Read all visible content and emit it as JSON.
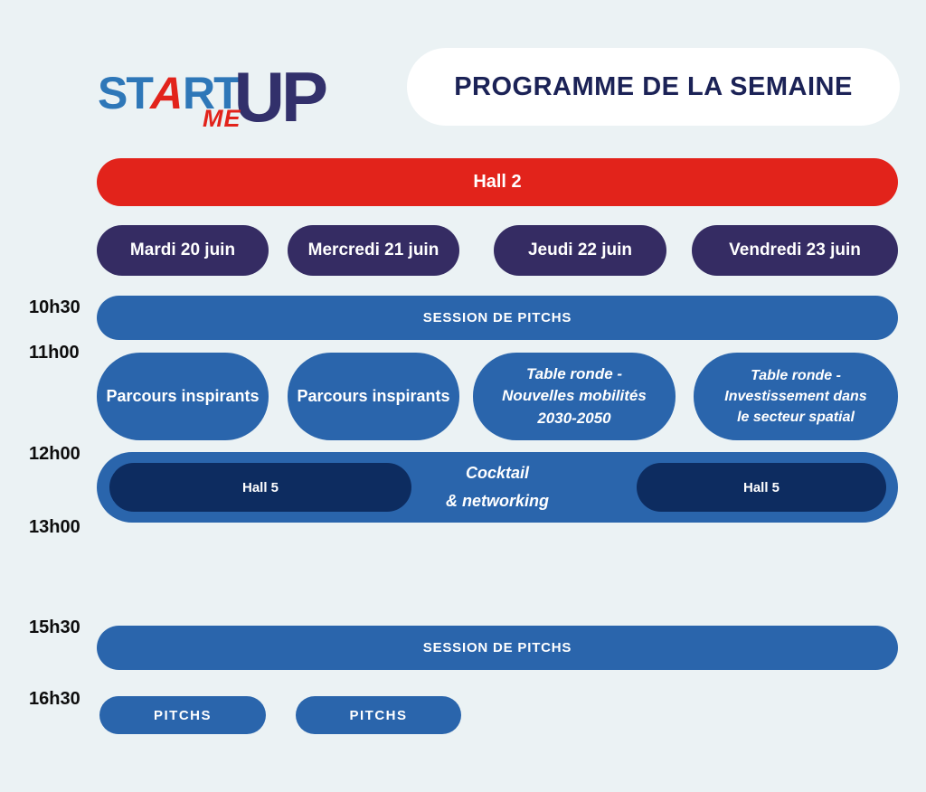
{
  "header": {
    "logo": {
      "part_st": "ST",
      "part_a": "A",
      "part_rt": "RT",
      "part_up": "UP",
      "part_me": "ME"
    },
    "title": "PROGRAMME DE LA SEMAINE"
  },
  "colors": {
    "background": "#ebf2f4",
    "red": "#e2231b",
    "day_pill_navy": "#352c63",
    "event_blue": "#2a65ac",
    "hall5_navy": "#0d2c60",
    "title_navy": "#1b2256",
    "logo_blue": "#2e77b8",
    "logo_navy": "#32306b"
  },
  "hall_banner": "Hall 2",
  "days": [
    "Mardi 20 juin",
    "Mercredi 21 juin",
    "Jeudi 22 juin",
    "Vendredi 23 juin"
  ],
  "time_labels": [
    "10h30",
    "11h00",
    "12h00",
    "13h00",
    "15h30",
    "16h30"
  ],
  "schedule": {
    "session_pitchs_morning": "SESSION DE PITCHS",
    "blocks": [
      {
        "text": "Parcours inspirants"
      },
      {
        "text": "Parcours inspirants"
      },
      {
        "lines": [
          "Table ronde -",
          "Nouvelles mobilités",
          "2030-2050"
        ]
      },
      {
        "lines": [
          "Table ronde -",
          "Investissement dans",
          "le secteur spatial"
        ]
      }
    ],
    "cocktail": {
      "hall_left": "Hall 5",
      "lines": [
        "Cocktail",
        "& networking"
      ],
      "hall_right": "Hall 5"
    },
    "session_pitchs_afternoon": "SESSION DE PITCHS",
    "pitchs": [
      "PITCHS",
      "PITCHS"
    ]
  }
}
